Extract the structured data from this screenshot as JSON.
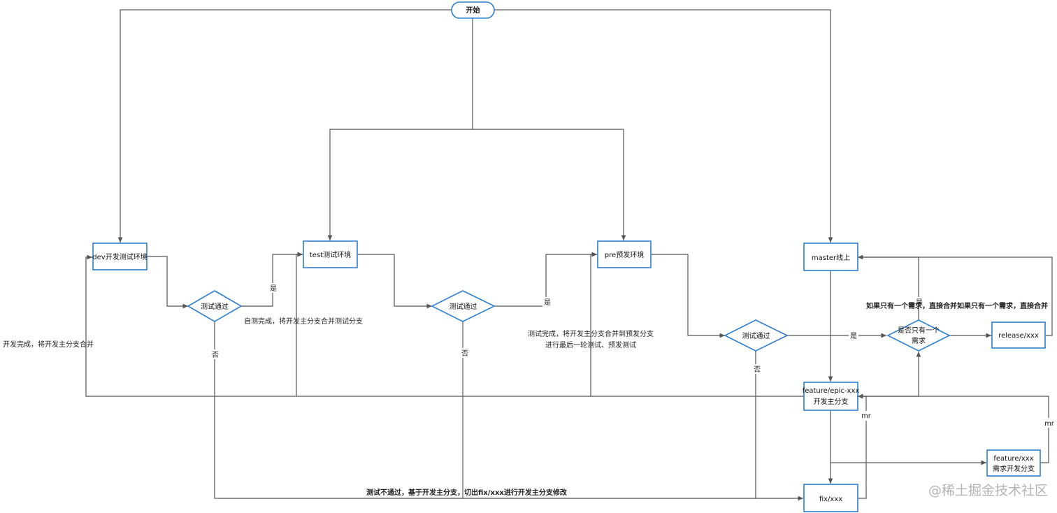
{
  "nodes": {
    "start": "开始",
    "dev": "dev开发测试环境",
    "test": "test测试环境",
    "pre": "pre预发环境",
    "master": "master线上",
    "decision_dev": "测试通过",
    "decision_test": "测试通过",
    "decision_pre": "测试通过",
    "decision_single": [
      "是否只有一个",
      "需求"
    ],
    "release": "release/xxx",
    "feature_epic": [
      "feature/epic-xxx",
      "开发主分支"
    ],
    "feature_xxx": [
      "feature/xxx",
      "需求开发分支"
    ],
    "fix": "fix/xxx"
  },
  "edge_labels": {
    "yes_dev": "是",
    "no_dev": "否",
    "yes_test": "是",
    "no_test": "否",
    "yes_pre": "是",
    "no_pre": "否",
    "yes_single": "是",
    "mr_fix": "mr",
    "mr_feature": "mr"
  },
  "annotations": {
    "dev_merge": "开发完成，将开发主分支合并",
    "self_test": "自测完成，将开发主分支合并测试分支",
    "pre_merge": [
      "测试完成，将开发主分支合并到预发分支",
      "进行最后一轮测试、预发测试"
    ],
    "single_merge": "如果只有一个需求，直接合并如果只有一个需求，直接合并",
    "fail_fix": "测试不通过，基于开发主分支，切出fix/xxx进行开发主分支修改"
  },
  "watermark": "@稀土掘金技术社区",
  "colors": {
    "node_border": "#2d7fd1",
    "edge": "#555555"
  }
}
